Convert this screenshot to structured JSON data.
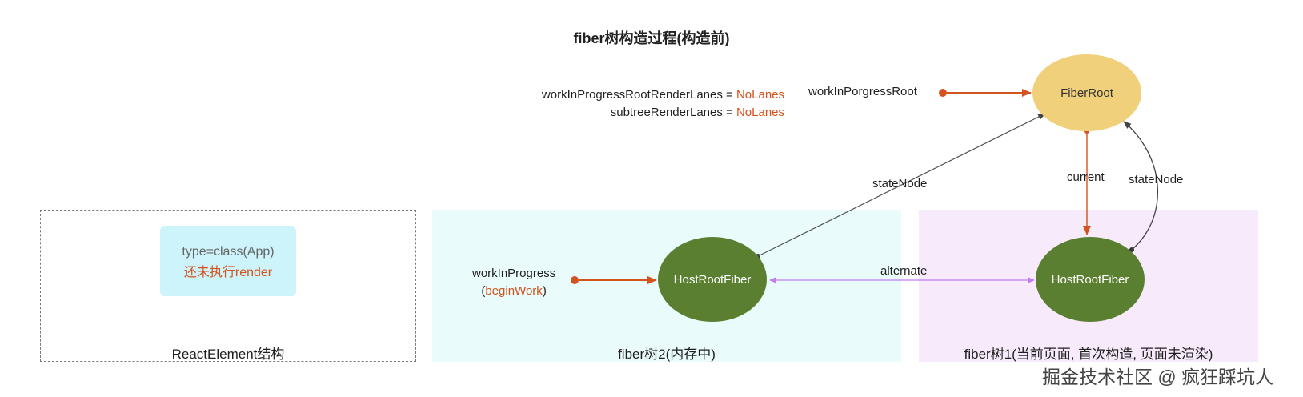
{
  "title": "fiber树构造过程(构造前)",
  "react_element": {
    "type_text": "type=class(App)",
    "render_text": "还未执行render",
    "label": "ReactElement结构"
  },
  "panels": {
    "fiber2_label": "fiber树2(内存中)",
    "fiber1_label": "fiber树1(当前页面, 首次构造, 页面未渲染)"
  },
  "lanes": {
    "line1_prefix": "workInProgressRootRenderLanes = ",
    "line1_value": "NoLanes",
    "line2_prefix": "subtreeRenderLanes = ",
    "line2_value": "NoLanes"
  },
  "pointers": {
    "wip_root": "workInPorgressRoot",
    "wip_line1": "workInProgress",
    "wip_paren_open": "(",
    "wip_begin": "beginWork",
    "wip_paren_close": ")"
  },
  "nodes": {
    "fiber_root": "FiberRoot",
    "host_root_fiber_2": "HostRootFiber",
    "host_root_fiber_1": "HostRootFiber"
  },
  "edges": {
    "state_node_left": "stateNode",
    "current": "current",
    "state_node_right": "stateNode",
    "alternate": "alternate"
  },
  "watermark": "掘金技术社区 @ 疯狂踩坑人",
  "colors": {
    "orange_accent": "#d4521d",
    "fiber_root_fill": "#f1d07b",
    "host_fiber_fill": "#5b7f30",
    "alternate_line": "#c17ef0",
    "cyan_panel": "#e9fbfb",
    "purple_panel": "#f6eafb"
  }
}
